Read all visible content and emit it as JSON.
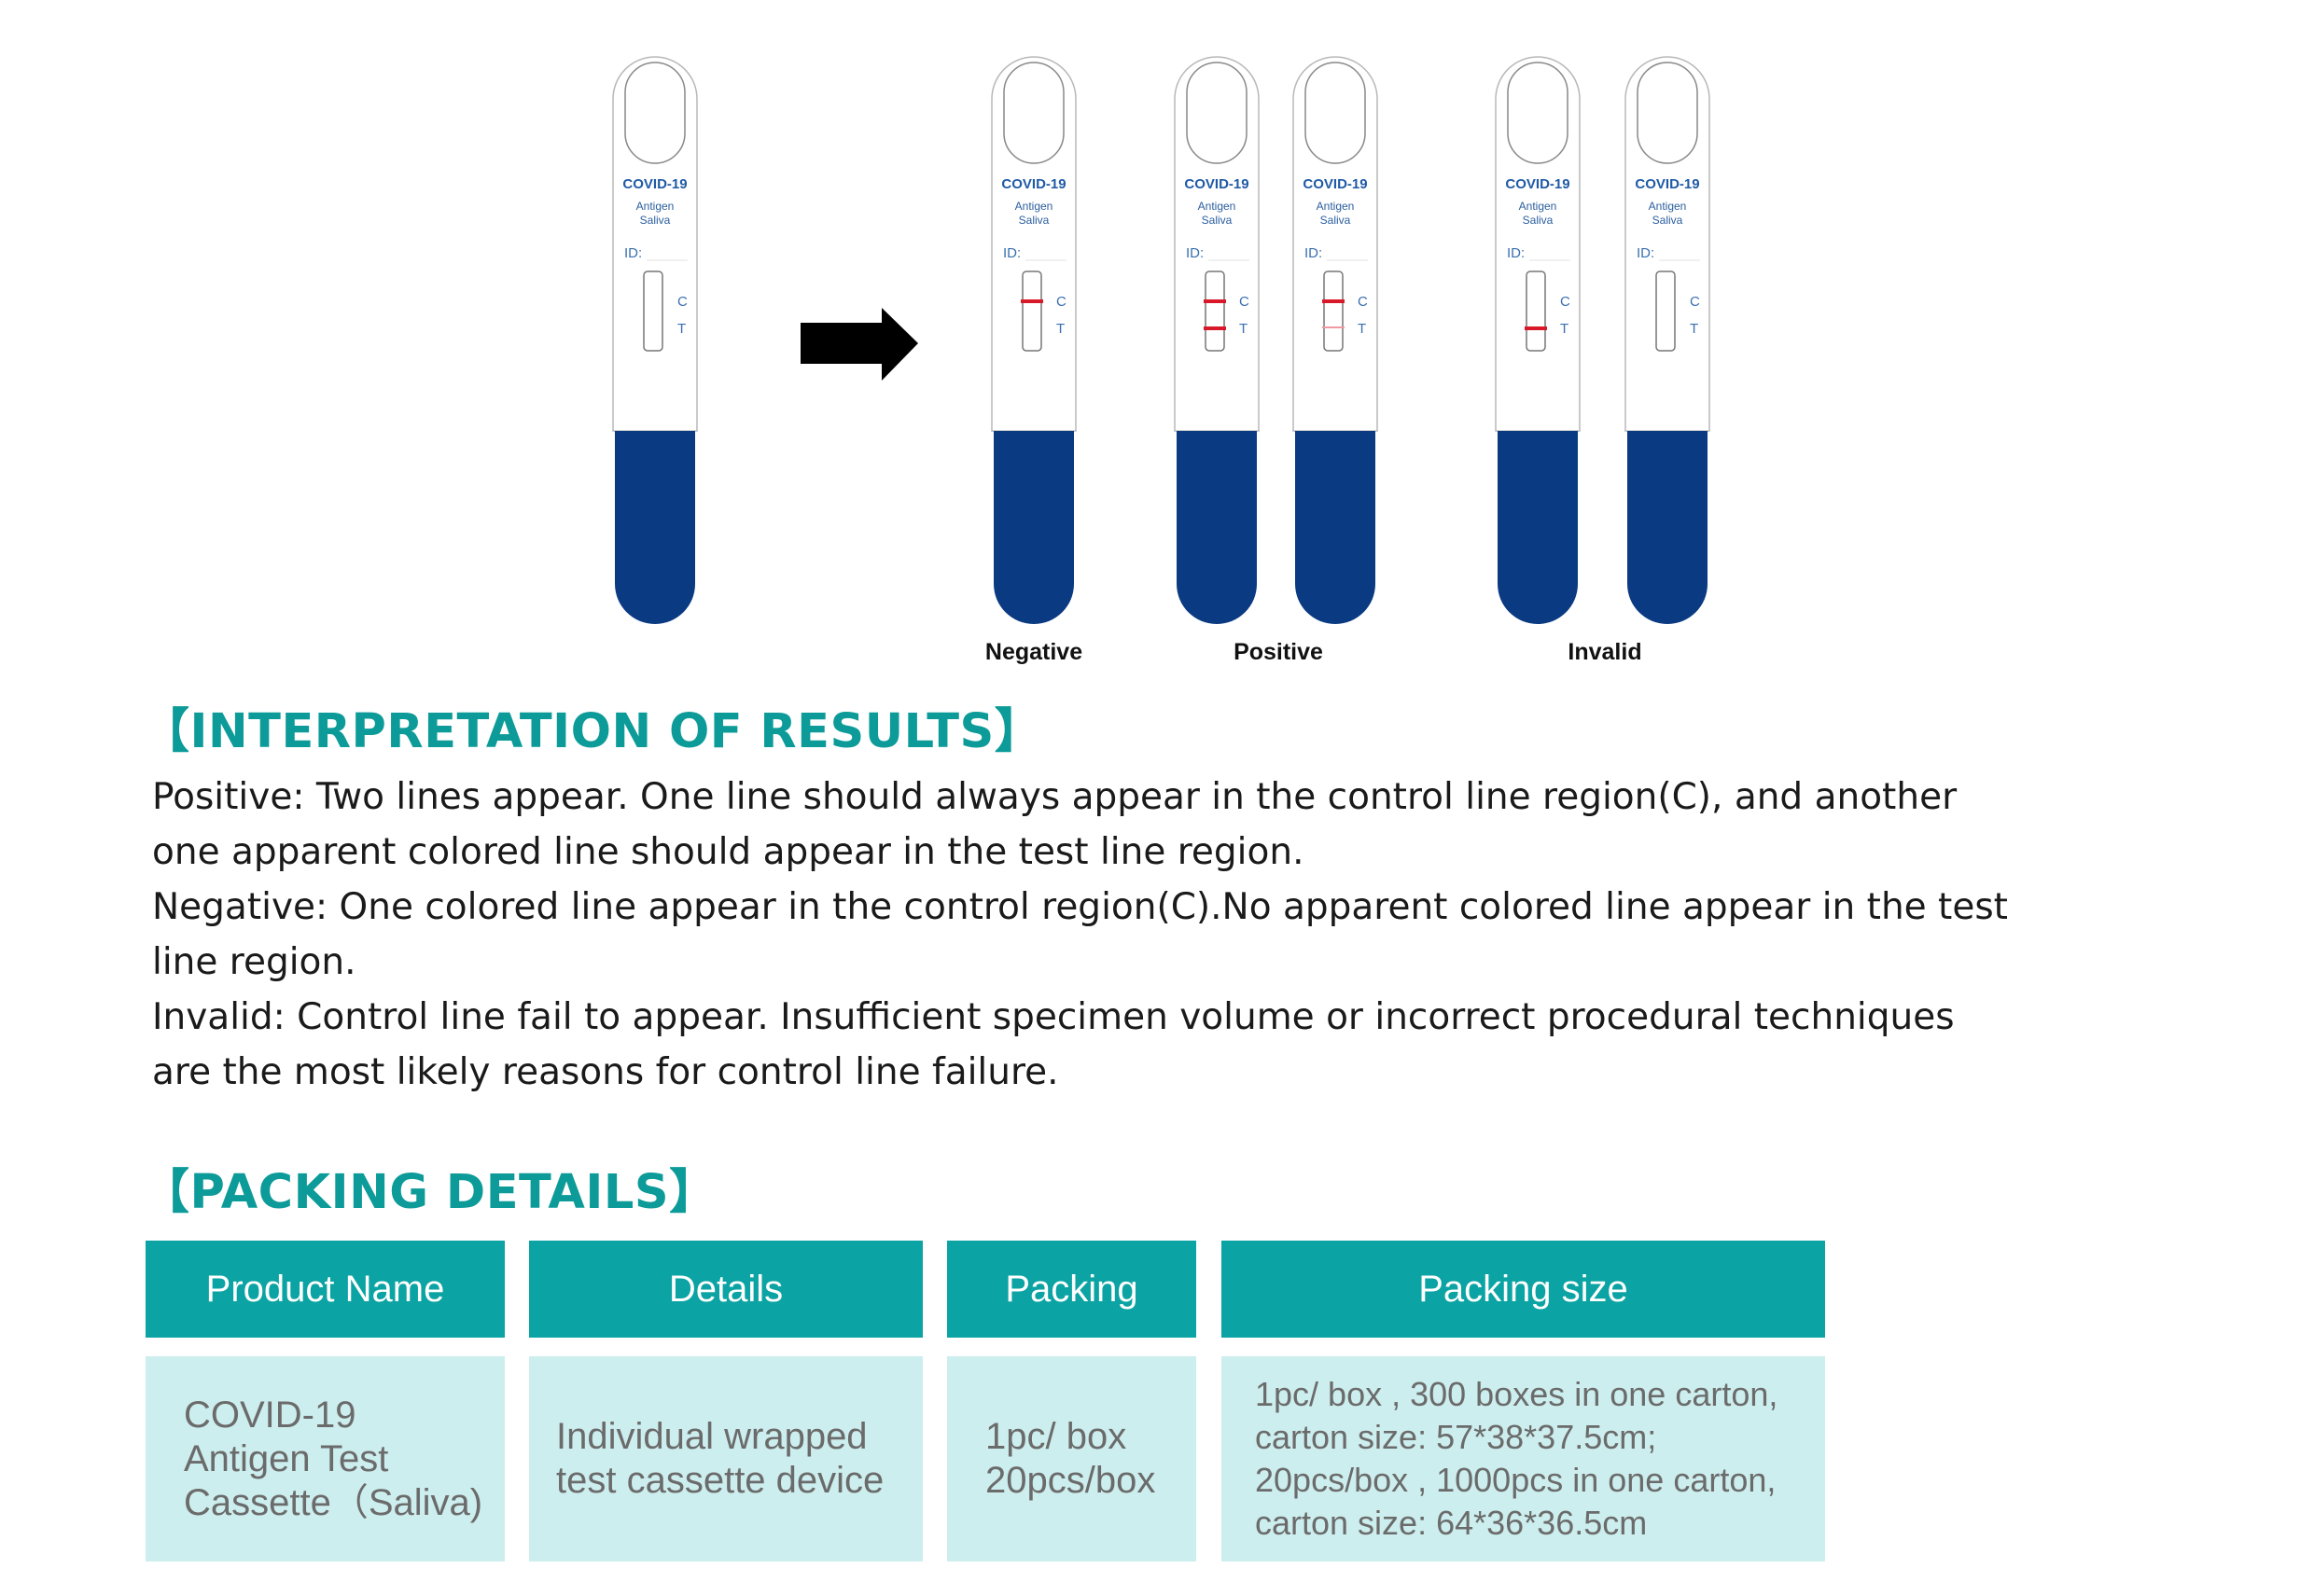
{
  "cassettes": [
    {
      "title": "COVID-19",
      "line1": "Antigen",
      "line2": "Saliva",
      "id_label": "ID:",
      "c_label": "C",
      "t_label": "T",
      "c_line": "none",
      "t_line": "none"
    },
    {
      "title": "COVID-19",
      "line1": "Antigen",
      "line2": "Saliva",
      "id_label": "ID:",
      "c_label": "C",
      "t_label": "T",
      "c_line": "strong",
      "t_line": "none"
    },
    {
      "title": "COVID-19",
      "line1": "Antigen",
      "line2": "Saliva",
      "id_label": "ID:",
      "c_label": "C",
      "t_label": "T",
      "c_line": "strong",
      "t_line": "strong"
    },
    {
      "title": "COVID-19",
      "line1": "Antigen",
      "line2": "Saliva",
      "id_label": "ID:",
      "c_label": "C",
      "t_label": "T",
      "c_line": "strong",
      "t_line": "faint"
    },
    {
      "title": "COVID-19",
      "line1": "Antigen",
      "line2": "Saliva",
      "id_label": "ID:",
      "c_label": "C",
      "t_label": "T",
      "c_line": "none",
      "t_line": "strong"
    },
    {
      "title": "COVID-19",
      "line1": "Antigen",
      "line2": "Saliva",
      "id_label": "ID:",
      "c_label": "C",
      "t_label": "T",
      "c_line": "none",
      "t_line": "none"
    }
  ],
  "result_labels": {
    "negative": "Negative",
    "positive": "Positive",
    "invalid": "Invalid"
  },
  "colors": {
    "accent": "#0c9b99",
    "header_bg": "#0ba3a3",
    "cell_bg": "#cdeeee",
    "handle": "#0a3a82",
    "result_line": "#d8192a",
    "faint_line": "#ef9aa2"
  },
  "interpretation": {
    "heading": "【INTERPRETATION OF RESULTS】",
    "positive": "Positive: Two lines appear. One line should always appear in the control line region(C), and another one apparent colored line should appear in the test line region.",
    "negative": "Negative: One colored line appear in the control region(C).No apparent colored line appear in the test line region.",
    "invalid": "Invalid: Control line fail to appear. Insufficient specimen volume or incorrect procedural techniques are the most likely  reasons for control  line failure."
  },
  "packing": {
    "heading": "【PACKING DETAILS】",
    "headers": [
      "Product Name",
      "Details",
      "Packing",
      "Packing size"
    ],
    "row": [
      "COVID-19\nAntigen Test\nCassette（Saliva)",
      "Individual wrapped\ntest cassette device",
      "1pc/ box\n20pcs/box",
      "1pc/ box , 300 boxes in one carton,\ncarton size: 57*38*37.5cm;\n20pcs/box , 1000pcs in one carton,\ncarton size: 64*36*36.5cm"
    ]
  }
}
